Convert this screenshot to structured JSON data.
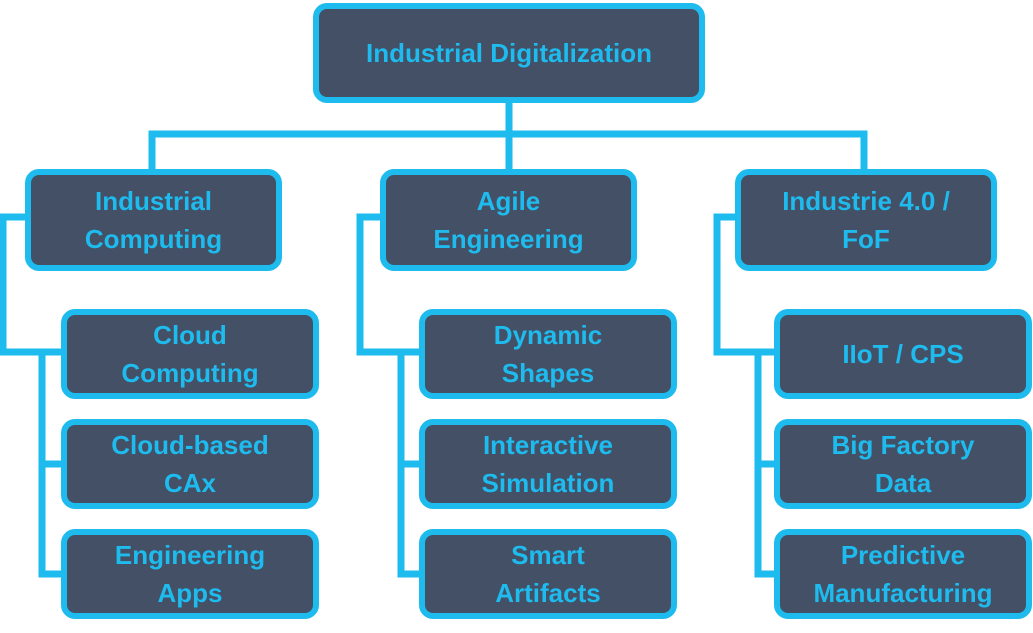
{
  "colors": {
    "node_fill": "#435066",
    "accent": "#1ebbee",
    "background": "#ffffff"
  },
  "root": {
    "lines": [
      "Industrial Digitalization"
    ]
  },
  "branches": [
    {
      "lines": [
        "Industrial",
        "Computing"
      ],
      "children": [
        {
          "lines": [
            "Cloud",
            "Computing"
          ]
        },
        {
          "lines": [
            "Cloud-based",
            "CAx"
          ]
        },
        {
          "lines": [
            "Engineering",
            "Apps"
          ]
        }
      ]
    },
    {
      "lines": [
        "Agile",
        "Engineering"
      ],
      "children": [
        {
          "lines": [
            "Dynamic",
            "Shapes"
          ]
        },
        {
          "lines": [
            "Interactive",
            "Simulation"
          ]
        },
        {
          "lines": [
            "Smart",
            "Artifacts"
          ]
        }
      ]
    },
    {
      "lines": [
        "Industrie 4.0 /",
        "FoF"
      ],
      "children": [
        {
          "lines": [
            "IIoT / CPS"
          ]
        },
        {
          "lines": [
            "Big Factory",
            "Data"
          ]
        },
        {
          "lines": [
            "Predictive",
            "Manufacturing"
          ]
        }
      ]
    }
  ]
}
